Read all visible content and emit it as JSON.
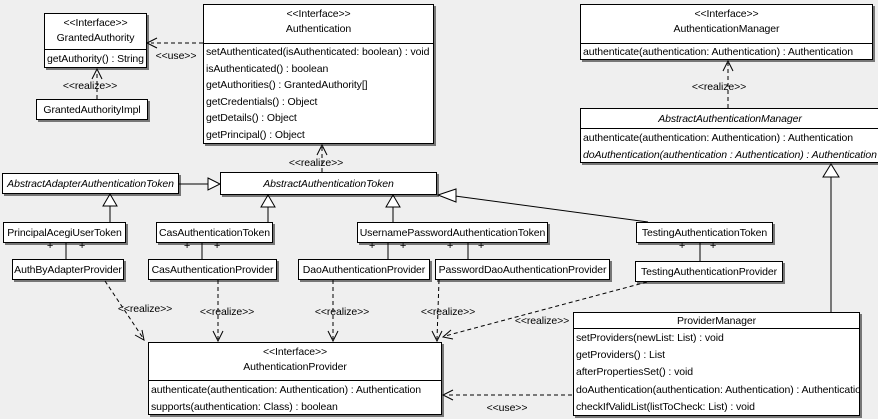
{
  "labels": {
    "realize": "<<realize>>",
    "use": "<<use>>",
    "plus": "+"
  },
  "colors": {
    "background": "#efefef",
    "box_fill": "#ffffff",
    "box_border": "#000000",
    "line": "#000000"
  },
  "classes": {
    "granted_authority": {
      "stereotype": "<<Interface>>",
      "name": "GrantedAuthority",
      "methods": [
        "getAuthority() : String"
      ]
    },
    "granted_authority_impl": {
      "name": "GrantedAuthorityImpl"
    },
    "authentication": {
      "stereotype": "<<Interface>>",
      "name": "Authentication",
      "methods": [
        "setAuthenticated(isAuthenticated: boolean) : void",
        "isAuthenticated() : boolean",
        "getAuthorities() : GrantedAuthority[]",
        "getCredentials() : Object",
        "getDetails() : Object",
        "getPrincipal() : Object"
      ]
    },
    "authentication_manager": {
      "stereotype": "<<Interface>>",
      "name": "AuthenticationManager",
      "methods": [
        "authenticate(authentication: Authentication) : Authentication"
      ]
    },
    "abstract_authentication_manager": {
      "name": "AbstractAuthenticationManager",
      "methods": [
        "authenticate(authentication: Authentication) : Authentication",
        "doAuthentication(authentication : Authentication) : Authentication"
      ]
    },
    "abstract_adapter_authentication_token": {
      "name": "AbstractAdapterAuthenticationToken"
    },
    "abstract_authentication_token": {
      "name": "AbstractAuthenticationToken"
    },
    "principal_acegi_user_token": {
      "name": "PrincipalAcegiUserToken"
    },
    "cas_authentication_token": {
      "name": "CasAuthenticationToken"
    },
    "username_password_authentication_token": {
      "name": "UsernamePasswordAuthenticationToken"
    },
    "testing_authentication_token": {
      "name": "TestingAuthenticationToken"
    },
    "auth_by_adapter_provider": {
      "name": "AuthByAdapterProvider"
    },
    "cas_authentication_provider": {
      "name": "CasAuthenticationProvider"
    },
    "dao_authentication_provider": {
      "name": "DaoAuthenticationProvider"
    },
    "password_dao_authentication_provider": {
      "name": "PasswordDaoAuthenticationProvider"
    },
    "testing_authentication_provider": {
      "name": "TestingAuthenticationProvider"
    },
    "authentication_provider": {
      "stereotype": "<<Interface>>",
      "name": "AuthenticationProvider",
      "methods": [
        "authenticate(authentication: Authentication) : Authentication",
        "supports(authentication: Class) : boolean"
      ]
    },
    "provider_manager": {
      "name": "ProviderManager",
      "methods": [
        "setProviders(newList: List) : void",
        "getProviders() : List",
        "afterPropertiesSet() : void",
        "doAuthentication(authentication: Authentication) : Authentication",
        "checkIfValidList(listToCheck: List) : void"
      ]
    }
  }
}
